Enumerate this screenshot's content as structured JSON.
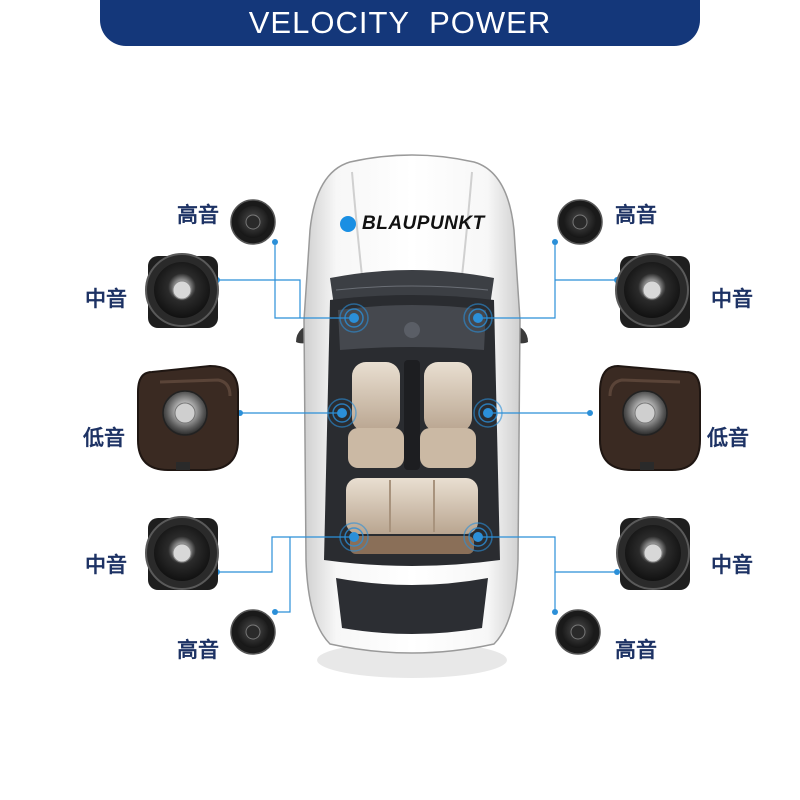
{
  "banner": {
    "title": "VELOCITY POWER"
  },
  "brand": {
    "name": "BLAUPUNKT"
  },
  "labels": {
    "tweeter": "高音",
    "midrange": "中音",
    "woofer": "低音"
  },
  "colors": {
    "banner": "#14377a",
    "label": "#1d3264",
    "accent": "#1a8fe3",
    "speaker_cone": "#222222",
    "woofer_body": "#3a2a22"
  }
}
